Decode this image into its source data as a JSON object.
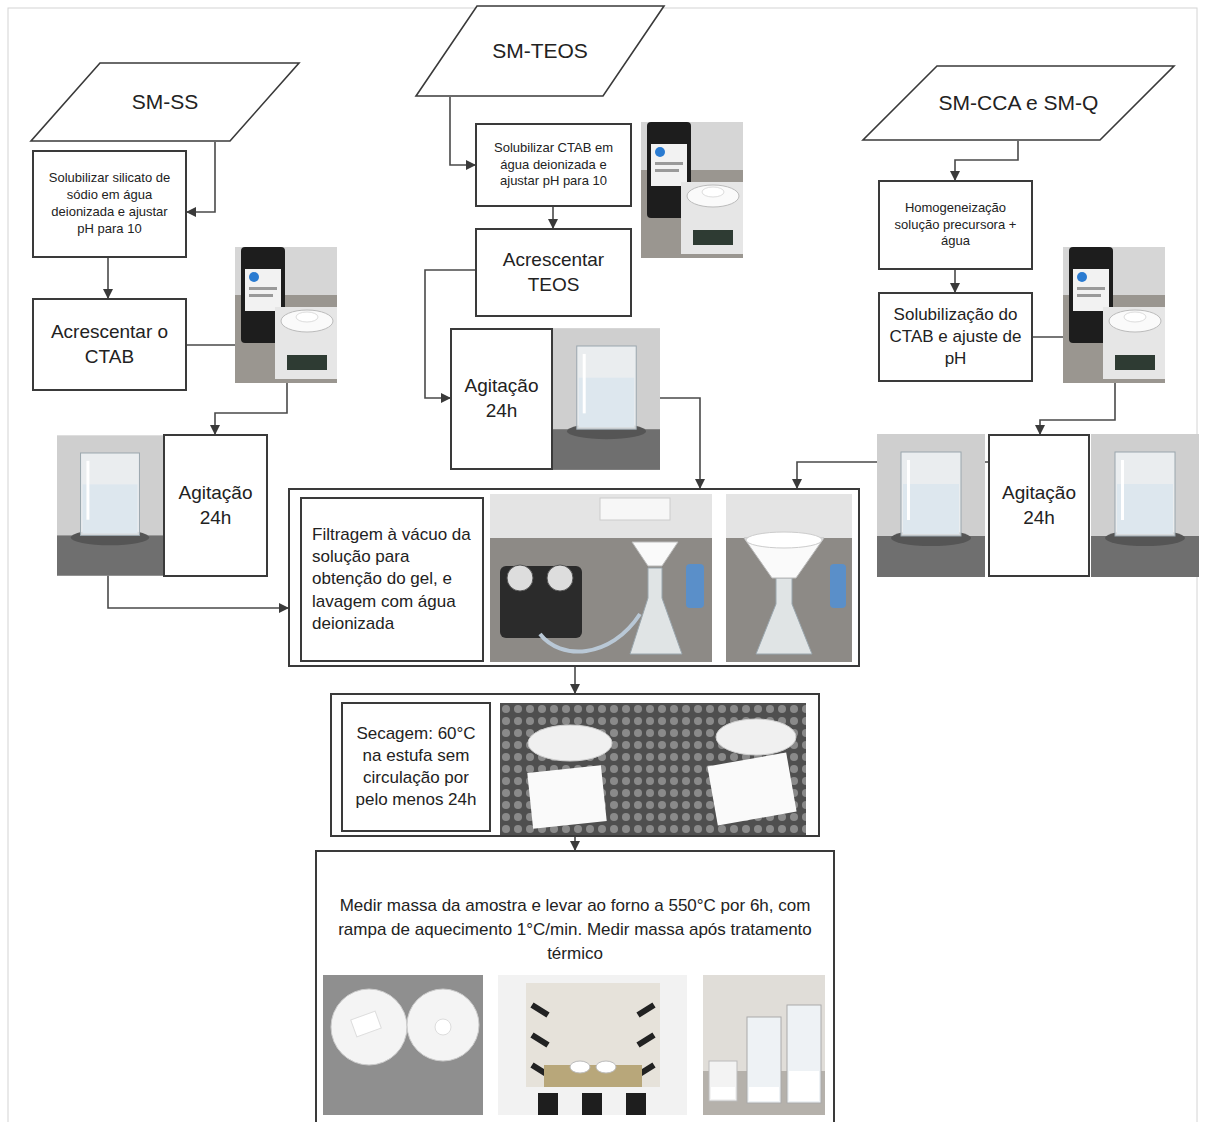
{
  "diagram": {
    "nodes": [
      {
        "text": [
          "SM-SS"
        ]
      },
      {
        "text": [
          "SM-TEOS"
        ]
      },
      {
        "text": [
          "SM-CCA e SM-Q"
        ]
      },
      {
        "text": [
          "Solubilizar silicato de sódio em água deionizada e ajustar pH para 10"
        ]
      },
      {
        "text": [
          "Solubilizar CTAB em água deionizada e ajustar pH para 10"
        ]
      },
      {
        "text": [
          "Homogeneização solução precursora + água"
        ]
      },
      {
        "text": [
          "Acrescentar TEOS"
        ]
      },
      {
        "text": [
          "Acrescentar o CTAB"
        ]
      },
      {
        "text": [
          "Solubilização do CTAB e ajuste de pH"
        ]
      },
      {
        "text": [
          "Agitação 24h"
        ]
      },
      {
        "text": [
          "Agitação 24h"
        ]
      },
      {
        "text": [
          "Agitação 24h"
        ]
      },
      {
        "text": []
      },
      {
        "text": [
          "Filtragem à vácuo da solução para obtenção do gel, e lavagem com água deionizada"
        ],
        "in": 12
      },
      {
        "text": []
      },
      {
        "text": [
          "Secagem: 60°C na estufa sem circulação por pelo menos 24h"
        ],
        "in": 14
      },
      {
        "text": [
          "Medir massa da amostra e levar ao forno a 550°C por 6h, com rampa de aquecimento 1°C/min. Medir massa após tratamento térmico"
        ]
      }
    ],
    "edges": [
      {
        "from": 0,
        "to": 3,
        "arrow": "to"
      },
      {
        "from": 3,
        "to": 7,
        "arrow": "to"
      },
      {
        "from": 7,
        "to": 10,
        "arrow": "to"
      },
      {
        "from": 10,
        "to": 12,
        "arrow": "to"
      },
      {
        "from": 1,
        "to": 4,
        "arrow": "to"
      },
      {
        "from": 4,
        "to": 6,
        "arrow": "to"
      },
      {
        "from": 6,
        "to": 9,
        "arrow": "to"
      },
      {
        "from": 9,
        "to": 12,
        "arrow": "to"
      },
      {
        "from": 2,
        "to": 5,
        "arrow": "to"
      },
      {
        "from": 5,
        "to": 8,
        "arrow": "to"
      },
      {
        "from": 8,
        "to": 11,
        "arrow": "to"
      },
      {
        "from": 11,
        "to": 12,
        "arrow": "to"
      },
      {
        "from": 12,
        "to": 14,
        "arrow": "to"
      },
      {
        "from": 14,
        "to": 16,
        "arrow": "to"
      }
    ]
  }
}
